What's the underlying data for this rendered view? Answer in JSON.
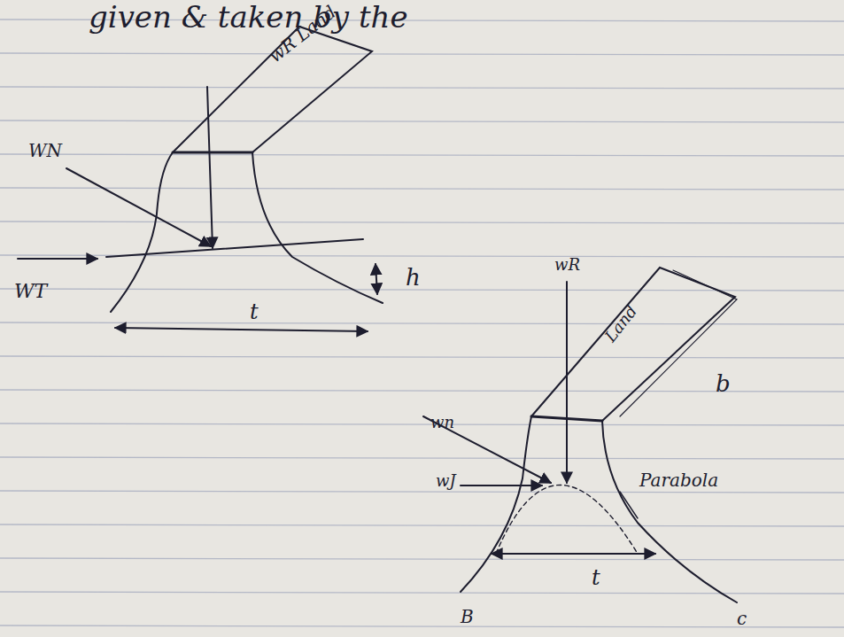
{
  "diagram": {
    "labels": [
      "given & taken by the",
      "wR Land",
      "WN",
      "WT",
      "h",
      "t",
      "wR",
      "Land",
      "b",
      "wn",
      "wJ",
      "Parabola",
      "t",
      "B",
      "c"
    ]
  }
}
